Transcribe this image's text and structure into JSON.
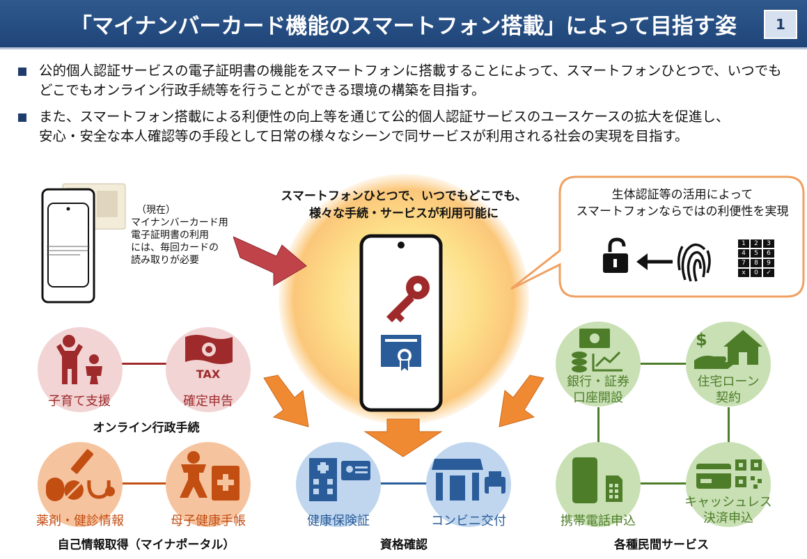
{
  "header": {
    "title": "「マイナンバーカード機能のスマートフォン搭載」によって目指す姿",
    "page_number": "1"
  },
  "bullets": [
    {
      "line1": "公的個人認証サービスの電子証明書の機能をスマートフォンに搭載することによって、スマートフォンひとつで、いつでも",
      "line2": "どこでもオンライン行政手続等を行うことができる環境の構築を目指す。"
    },
    {
      "line1": "また、スマートフォン搭載による利便性の向上等を通じて公的個人認証サービスのユースケースの拡大を促進し、",
      "line2": "安心・安全な本人確認等の手段として日常の様々なシーンで同サービスが利用される社会の実現を目指す。"
    }
  ],
  "current_note": {
    "l1": "（現在）",
    "l2": "マイナンバーカード用",
    "l3": "電子証明書の利用",
    "l4": "には、毎回カードの",
    "l5": "読み取りが必要"
  },
  "center": {
    "line1": "スマートフォンひとつで、いつでもどこでも、",
    "line2": "様々な手続・サービスが利用可能に"
  },
  "bubble": {
    "line1": "生体認証等の活用によって",
    "line2": "スマートフォンならではの利便性を実現",
    "keypad": [
      "1",
      "2",
      "3",
      "4",
      "5",
      "6",
      "7",
      "8",
      "9",
      "x",
      "0",
      "✓"
    ]
  },
  "groups": {
    "gov": {
      "label": "オンライン行政手続",
      "items": [
        {
          "label": "子育て支援"
        },
        {
          "label": "確定申告",
          "icon_text": "TAX"
        }
      ]
    },
    "portal": {
      "label": "自己情報取得（マイナポータル）",
      "items": [
        {
          "label": "薬剤・健診情報"
        },
        {
          "label": "母子健康手帳"
        }
      ]
    },
    "qual": {
      "label": "資格確認",
      "items": [
        {
          "label": "健康保険証"
        },
        {
          "label": "コンビニ交付"
        }
      ]
    },
    "private": {
      "label": "各種民間サービス",
      "items": [
        {
          "l1": "銀行・証券",
          "l2": "口座開設"
        },
        {
          "l1": "住宅ローン",
          "l2": "契約"
        },
        {
          "l1": "携帯電話申込",
          "l2": ""
        },
        {
          "l1": "キャッシュレス",
          "l2": "決済申込"
        }
      ]
    }
  },
  "colors": {
    "title_bg": "#1f4478",
    "gov_circle": "#f2d4d4",
    "gov_icon": "#9e2a2b",
    "portal_circle": "#f6c39f",
    "portal_icon": "#c24e12",
    "qual_circle": "#bfd6ee",
    "qual_icon": "#2a5c9a",
    "private_circle": "#c8e0b4",
    "private_icon": "#4e7d2a",
    "arrow_orange": "#f08a32",
    "arrow_red": "#c0434a"
  }
}
